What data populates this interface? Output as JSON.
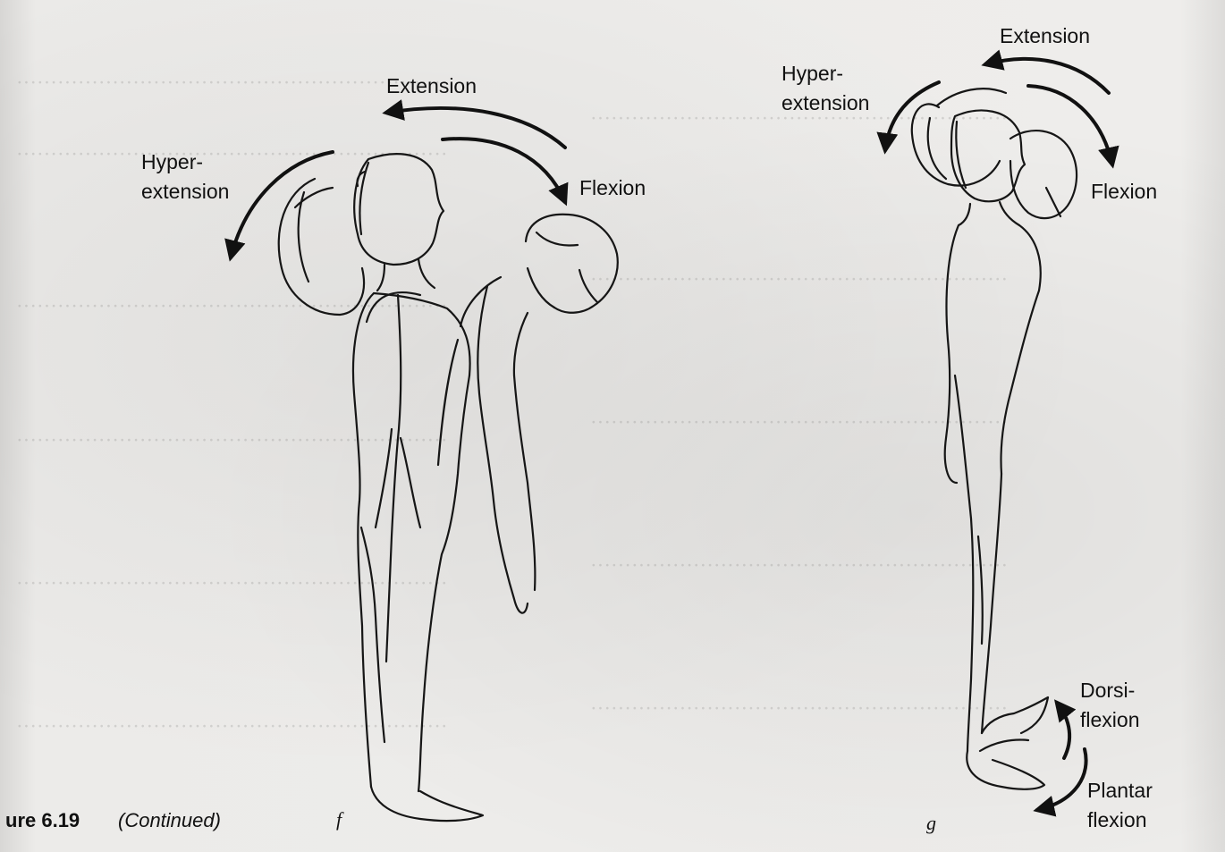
{
  "figure": {
    "number": "ure 6.19",
    "note": "(Continued)"
  },
  "panels": [
    {
      "letter": "f",
      "labels": {
        "extension": "Extension",
        "hyper_line1": "Hyper-",
        "hyper_line2": "extension",
        "flexion": "Flexion"
      }
    },
    {
      "letter": "g",
      "labels": {
        "extension": "Extension",
        "hyper_line1": "Hyper-",
        "hyper_line2": "extension",
        "flexion": "Flexion",
        "dorsi_line1": "Dorsi-",
        "dorsi_line2": "flexion",
        "plantar_line1": "Plantar",
        "plantar_line2": "flexion"
      }
    }
  ],
  "style": {
    "ink": "#111111",
    "paper": "#e9e8e6"
  }
}
